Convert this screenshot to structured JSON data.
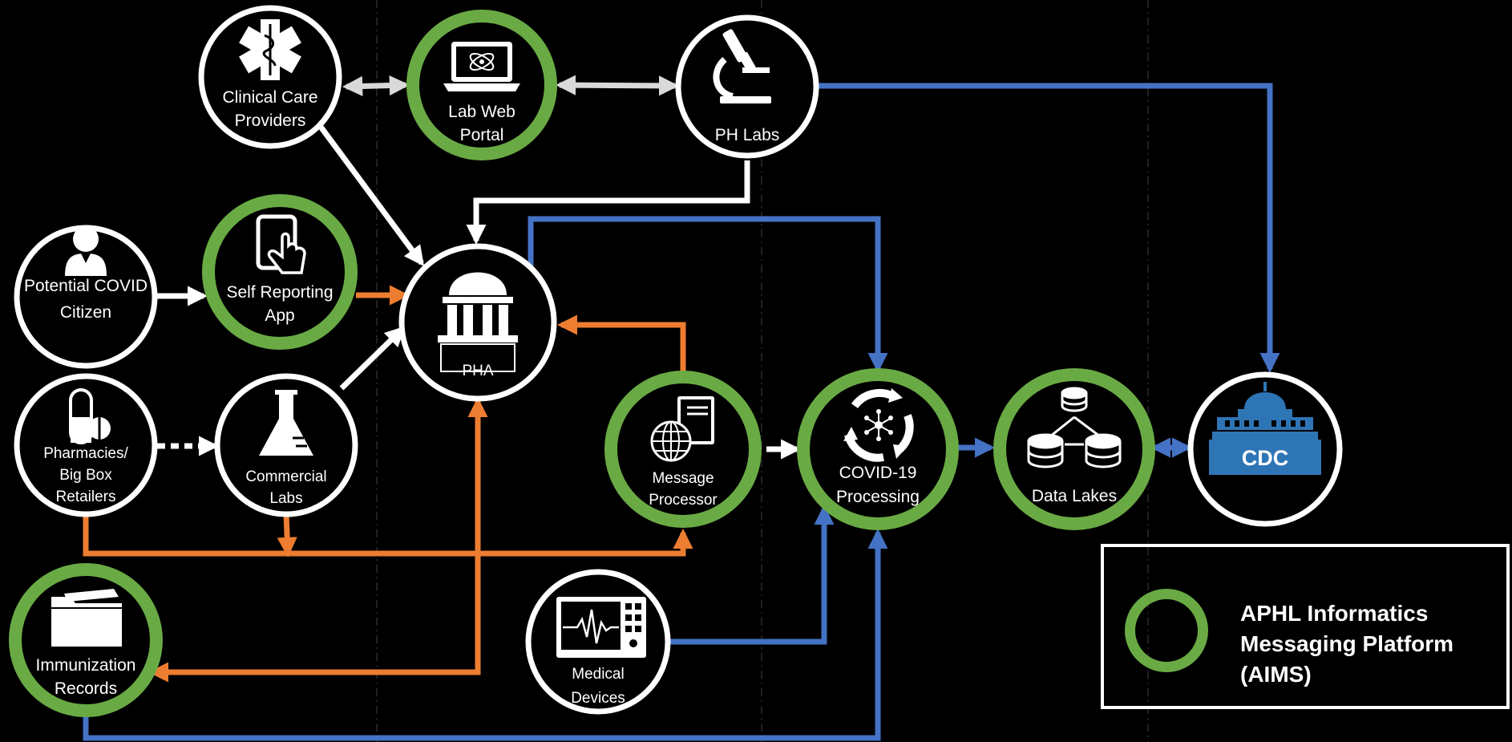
{
  "colors": {
    "background": "#000000",
    "aims_ring": "#6aaa45",
    "plain_ring": "#ffffff",
    "flow_white": "#ffffff",
    "flow_gray": "#d9d9d9",
    "flow_orange": "#ed7d31",
    "flow_blue": "#4472c4",
    "cdc_blue": "#2e75b6"
  },
  "nodes": {
    "clinical_care": {
      "line1": "Clinical Care",
      "line2": "Providers",
      "icon": "medical-star-of-life-icon",
      "aims": false
    },
    "lab_web_portal": {
      "line1": "Lab Web",
      "line2": "Portal",
      "icon": "laptop-icon",
      "aims": true
    },
    "ph_labs": {
      "line1": "PH Labs",
      "line2": "",
      "icon": "microscope-icon",
      "aims": false
    },
    "potential_covid": {
      "line1": "Potential COVID",
      "line2": "Citizen",
      "icon": "person-icon",
      "aims": false
    },
    "self_reporting": {
      "line1": "Self Reporting",
      "line2": "App",
      "icon": "tablet-touch-icon",
      "aims": true
    },
    "pha": {
      "line1": "PHA",
      "line2": "",
      "icon": "capitol-building-icon",
      "aims": false
    },
    "pharmacies": {
      "line1": "Pharmacies/",
      "line2": "Big Box",
      "line3": "Retailers",
      "icon": "pill-icon",
      "aims": false
    },
    "commercial_labs": {
      "line1": "Commercial",
      "line2": "Labs",
      "icon": "flask-icon",
      "aims": false
    },
    "message_processor": {
      "line1": "Message",
      "line2": "Processor",
      "icon": "globe-document-icon",
      "aims": true
    },
    "covid_processing": {
      "line1": "COVID-19",
      "line2": "Processing",
      "icon": "processing-cycle-icon",
      "aims": true
    },
    "data_lakes": {
      "line1": "Data Lakes",
      "line2": "",
      "icon": "database-stack-icon",
      "aims": true
    },
    "cdc": {
      "line1": "CDC",
      "icon": "cdc-building-icon",
      "aims": false
    },
    "immunization": {
      "line1": "Immunization",
      "line2": "Records",
      "icon": "folder-icon",
      "aims": true
    },
    "medical_devices": {
      "line1": "Medical",
      "line2": "Devices",
      "icon": "monitor-icon",
      "aims": false
    }
  },
  "legend": {
    "text": "APHL Informatics\nMessaging Platform\n(AIMS)"
  }
}
